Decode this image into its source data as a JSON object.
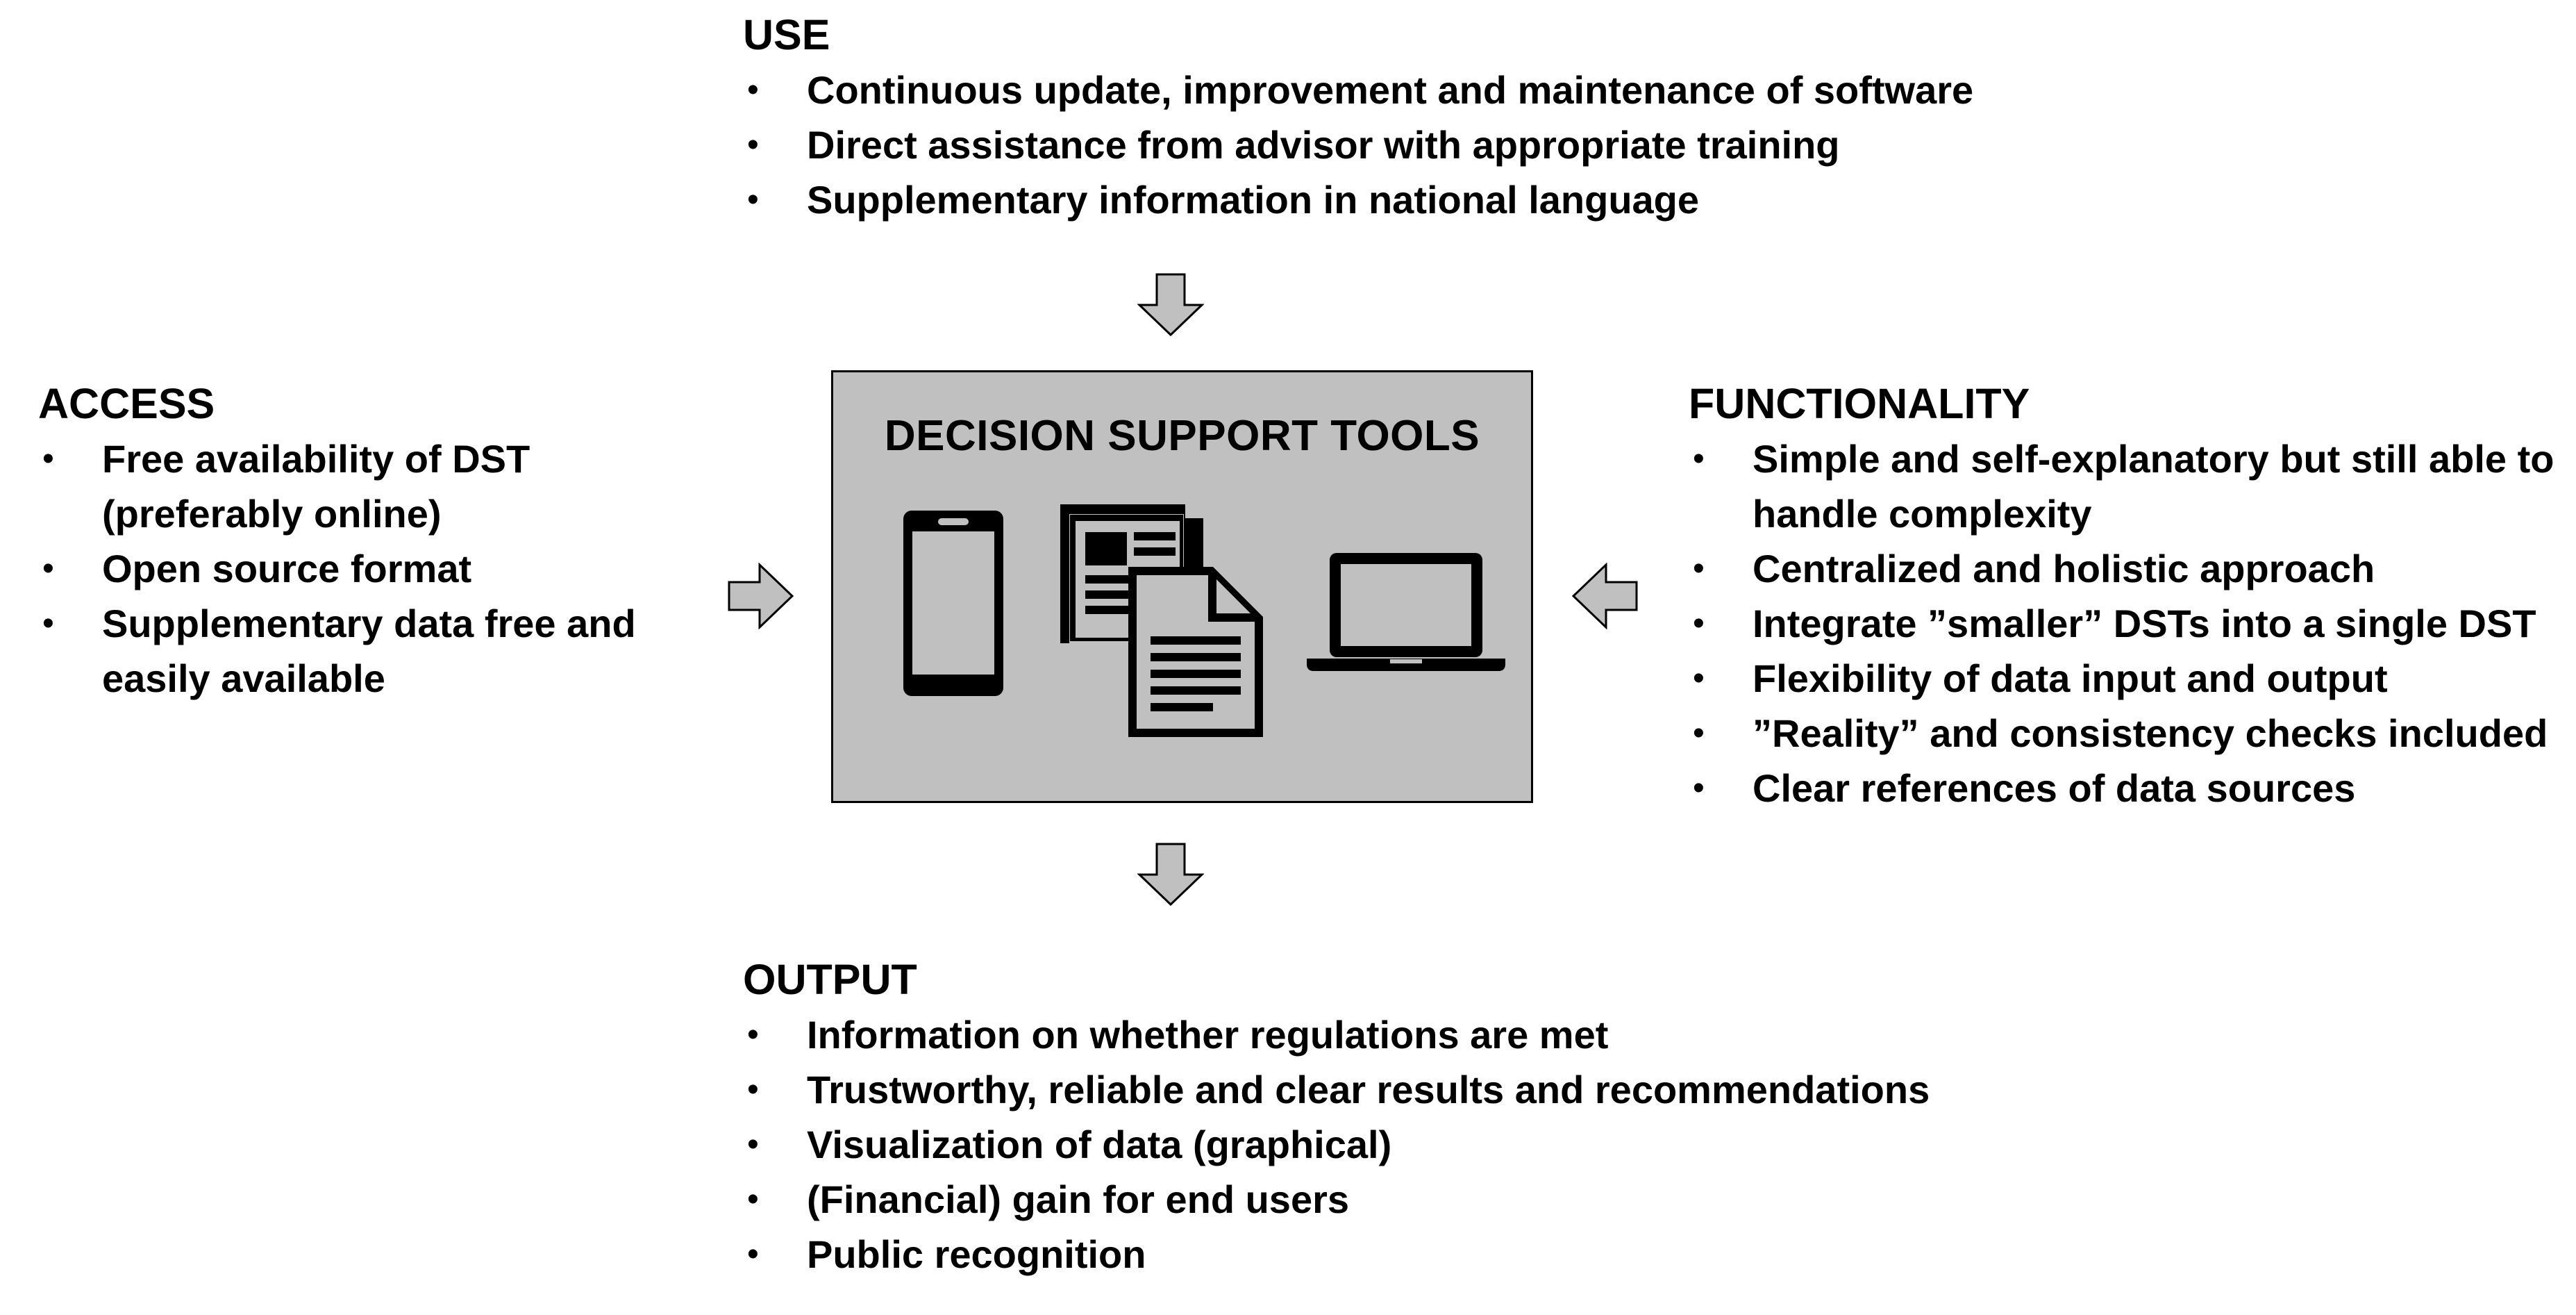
{
  "center": {
    "title": "DECISION SUPPORT TOOLS",
    "box_color": "#c0c0c0",
    "icons": [
      "smartphone-icon",
      "documents-icon",
      "laptop-icon"
    ]
  },
  "use": {
    "heading": "USE",
    "items": [
      "Continuous update, improvement and maintenance of software",
      "Direct assistance from advisor with appropriate training",
      "Supplementary information in national language"
    ]
  },
  "access": {
    "heading": "ACCESS",
    "items": [
      "Free availability of DST (preferably online)",
      "Open source format",
      "Supplementary data free and easily available"
    ]
  },
  "functionality": {
    "heading": "FUNCTIONALITY",
    "items": [
      "Simple and self-explanatory but still able to handle complexity",
      "Centralized and holistic approach",
      "Integrate ”smaller” DSTs into a single DST",
      "Flexibility of data input and output",
      "”Reality” and consistency checks included",
      "Clear references of data sources"
    ]
  },
  "output": {
    "heading": "OUTPUT",
    "items": [
      "Information on whether regulations are met",
      "Trustworthy, reliable and clear results and recommendations",
      "Visualization of data (graphical)",
      "(Financial) gain for end users",
      "Public recognition"
    ]
  },
  "arrow_color": "#c0c0c0"
}
